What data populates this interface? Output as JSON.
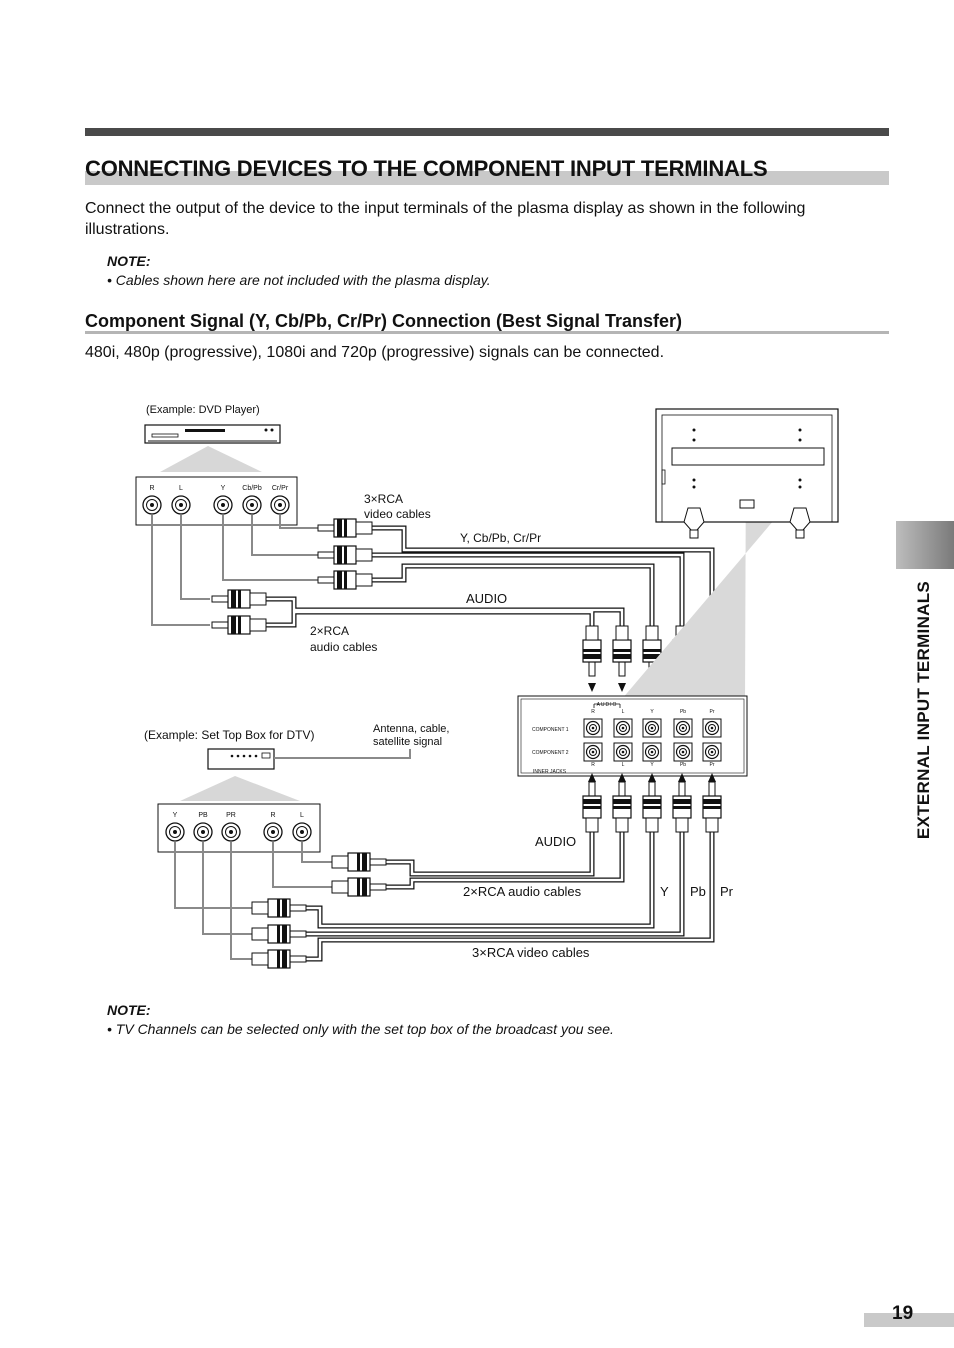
{
  "page": {
    "title": "CONNECTING DEVICES TO THE COMPONENT INPUT TERMINALS",
    "intro": "Connect the output of the device to the input terminals of the plasma display as shown in the following illustrations.",
    "note1": {
      "title": "NOTE:",
      "text": "• Cables shown here are not included with the plasma display."
    },
    "subtitle": "Component Signal (Y, Cb/Pb, Cr/Pr) Connection (Best Signal Transfer)",
    "signals": "480i, 480p (progressive), 1080i and 720p (progressive) signals can be connected.",
    "note2": {
      "title": "NOTE:",
      "text": "• TV Channels can be selected only with the set top box of the broadcast you see."
    },
    "side_label": "EXTERNAL INPUT TERMINALS",
    "page_number": "19"
  },
  "diagram": {
    "dvd_caption": "(Example: DVD Player)",
    "dvd_jacks": [
      "R",
      "L",
      "Y",
      "Cb/Pb",
      "Cr/Pr"
    ],
    "video_cables_label_1": "3×RCA",
    "video_cables_label_2": "video cables",
    "y_cb_cr_label": "Y, Cb/Pb, Cr/Pr",
    "audio_label_top": "AUDIO",
    "audio_cables_label_1": "2×RCA",
    "audio_cables_label_2": "audio cables",
    "stb_caption": "(Example: Set Top Box for DTV)",
    "antenna_label_1": "Antenna, cable,",
    "antenna_label_2": "satellite signal",
    "stb_jacks": [
      "Y",
      "PB",
      "PR",
      "R",
      "L"
    ],
    "panel": {
      "audio_header": "AUDIO",
      "top_cols": [
        "R",
        "L",
        "Y",
        "Pb",
        "Pr"
      ],
      "bottom_cols": [
        "R",
        "L",
        "Y",
        "Pb",
        "Pr"
      ],
      "row1": "COMPONENT 1",
      "row2": "COMPONENT 2",
      "footer": "INNER JACKS"
    },
    "audio_label_bottom": "AUDIO",
    "bottom_audio_cables": "2×RCA audio cables",
    "bottom_video_cables": "3×RCA video cables",
    "y_label": "Y",
    "pb_label": "Pb",
    "pr_label": "Pr"
  }
}
